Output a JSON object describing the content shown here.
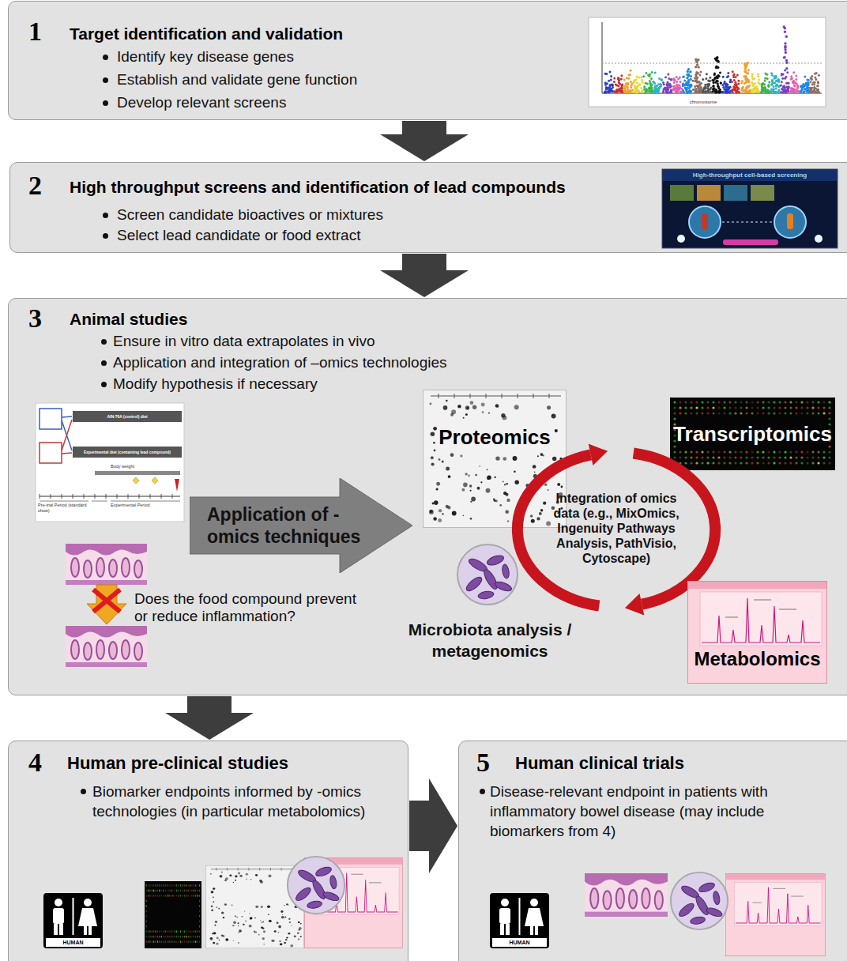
{
  "diagram": {
    "nodes": [
      {
        "text": [
          "1",
          "Target identification and validation",
          "Identify key disease genes",
          "Establish and validate gene function",
          "Develop relevant screens"
        ]
      },
      {
        "text": [
          "2",
          "High throughput screens and identification of lead compounds",
          "Screen candidate bioactives or mixtures",
          "Select lead candidate or food extract"
        ]
      },
      {
        "text": [
          "3",
          "Animal studies",
          "Ensure in vitro data extrapolates in vivo",
          "Application and integration of –omics technologies",
          "Modify hypothesis if necessary"
        ]
      },
      {
        "text": [
          "Application of -omics techniques"
        ],
        "in": 2
      },
      {
        "text": [
          "Proteomics"
        ],
        "in": 2
      },
      {
        "text": [
          "Transcriptomics"
        ],
        "in": 2
      },
      {
        "text": [
          "Integration of omics data (e.g., MixOmics, Ingenuity Pathways Analysis, PathVisio, Cytoscape)"
        ],
        "in": 2
      },
      {
        "text": [
          "Metabolomics"
        ],
        "in": 2
      },
      {
        "text": [
          "4",
          "Human pre-clinical studies",
          "Biomarker endpoints informed by -omics technologies (in particular metabolomics)"
        ]
      },
      {
        "text": [
          "5",
          "Human clinical trials",
          "Disease-relevant endpoint in patients with inflammatory bowel disease (may include biomarkers from 4)"
        ]
      }
    ],
    "edges": [
      {
        "from": 0,
        "to": 1,
        "arrow": "to"
      },
      {
        "from": 1,
        "to": 2,
        "arrow": "to"
      },
      {
        "from": 2,
        "to": 8,
        "arrow": "to"
      },
      {
        "from": 8,
        "to": 9,
        "arrow": "to"
      }
    ],
    "labels": [
      "chromosome",
      "High-throughput cell-based screening",
      "AIN-76A (control) diet",
      "Experimental diet (containing lead compound)",
      "Body weight",
      "Pre-trial Period (standard chow)",
      "Experimental Period",
      "Does the food compound prevent or reduce inflammation?",
      "Microbiota analysis / metagenomics",
      "HUMAN",
      "HUMAN"
    ]
  }
}
